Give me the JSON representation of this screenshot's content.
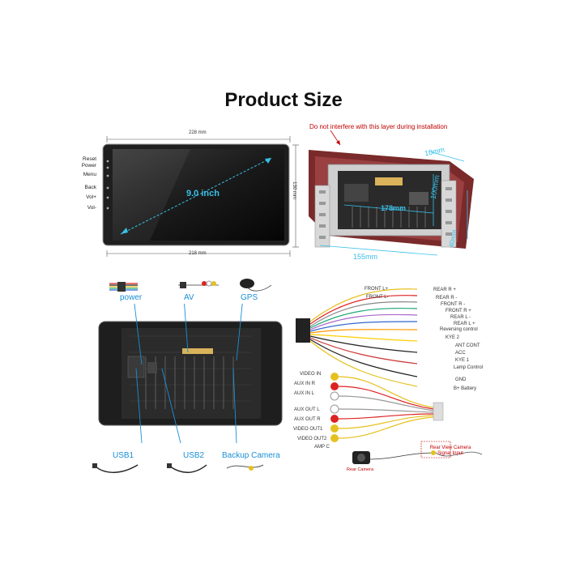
{
  "title": "Product Size",
  "front": {
    "width_top": "228 mm",
    "width_bottom": "218 mm",
    "height": "130 mm",
    "diagonal": "9.0 inch",
    "buttons": [
      "Reset",
      "Power",
      "Menu",
      "Back",
      "Vol+",
      "Vol-"
    ]
  },
  "back": {
    "warning": "Do not interfere with this layer during installation",
    "depth": "10mm",
    "width": "178mm",
    "height": "100mm",
    "bracket": "155mm",
    "side": "40mm"
  },
  "accessories": {
    "power": "power",
    "av": "AV",
    "gps": "GPS",
    "usb1": "USB1",
    "usb2": "USB2",
    "backup_camera": "Backup Camera"
  },
  "wiring": {
    "left_top": [
      "FRONT L+",
      "FRONT L-"
    ],
    "right_top": [
      "REAR R +",
      "REAR R -",
      "FRONT R -",
      "FRONT R +",
      "REAR L -",
      "REAR L +"
    ],
    "right_mid": [
      "Reversing control",
      "KYE 2",
      "ANT CONT",
      "ACC",
      "KYE 1",
      "Lamp Control",
      "GND",
      "B+ Battery"
    ],
    "left_rca": [
      "VIDEO IN",
      "AUX IN R",
      "AUX IN L",
      "AUX OUT L",
      "AUX OUT R",
      "VIDEO OUT1",
      "VIDEO OUT2",
      "AMP C"
    ],
    "camera_input": "Rear View Camera Signal Input",
    "rear_camera": "Rear Camera"
  },
  "colors": {
    "accent": "#1a8fd6",
    "warning": "#c00000",
    "panel": "#2a2a2a"
  }
}
